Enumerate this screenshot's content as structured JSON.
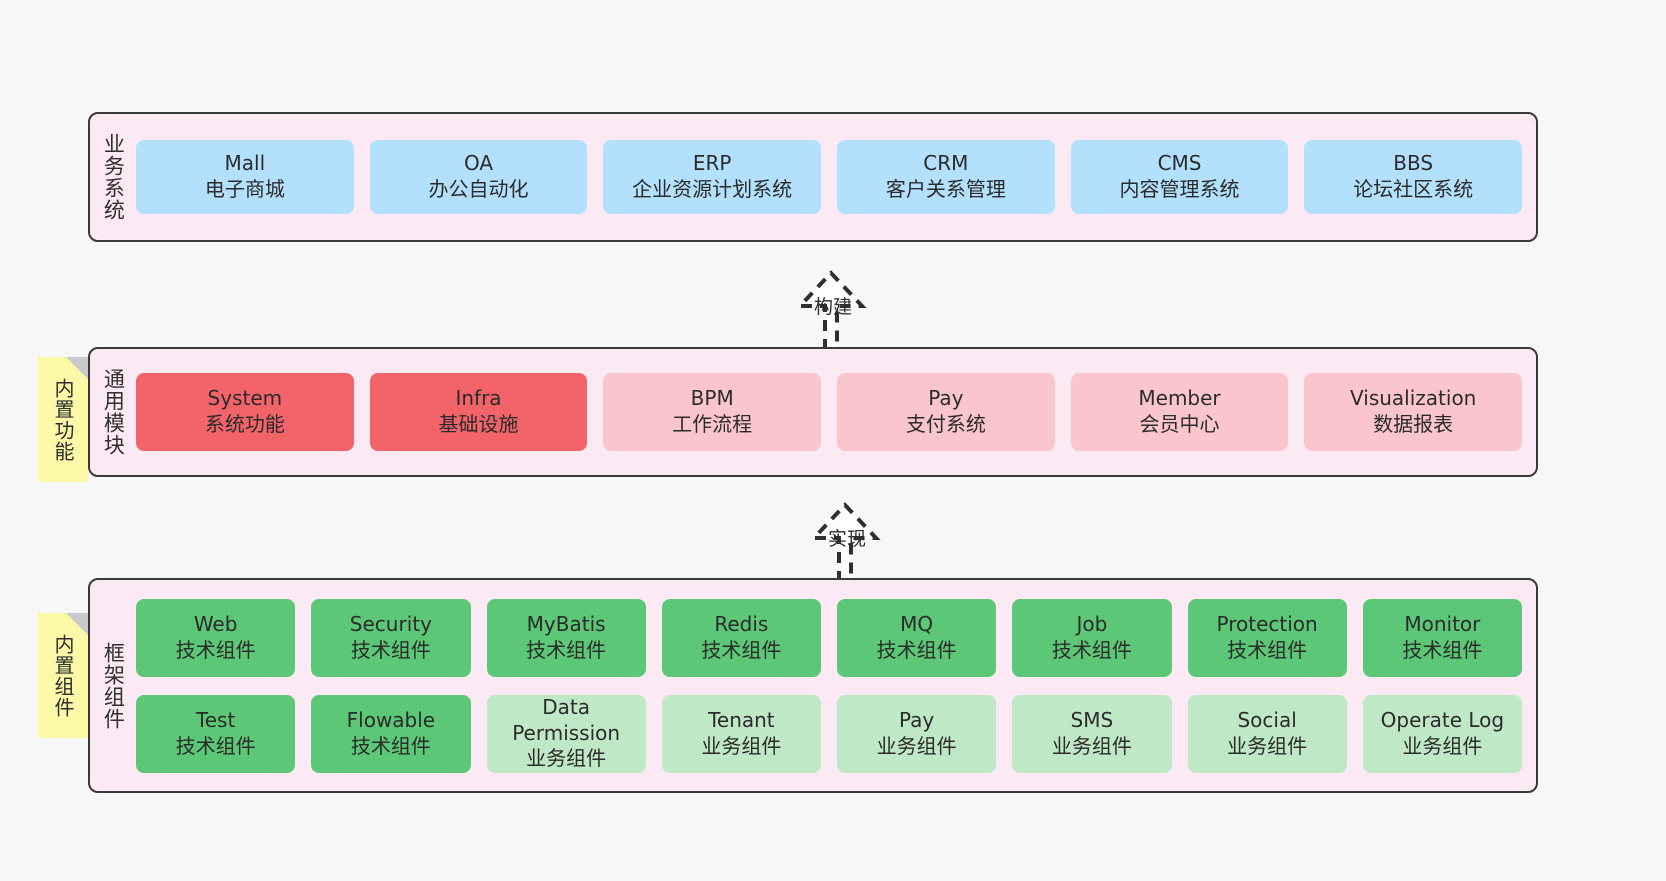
{
  "diagram": {
    "background_color": "#f7f7f7",
    "band_fill": "#fbeaf4",
    "band_border": "#3a3a3a",
    "note_fill": "#fbf8a8",
    "note_fold": "#c9c9c9"
  },
  "layers": [
    {
      "label": "业务系统",
      "note": null,
      "rows": [
        {
          "cells": [
            {
              "en": "Mall",
              "cn": "电子商城",
              "color": "#b3e0fc",
              "style": "c-blue"
            },
            {
              "en": "OA",
              "cn": "办公自动化",
              "color": "#b3e0fc",
              "style": "c-blue"
            },
            {
              "en": "ERP",
              "cn": "企业资源计划系统",
              "color": "#b3e0fc",
              "style": "c-blue"
            },
            {
              "en": "CRM",
              "cn": "客户关系管理",
              "color": "#b3e0fc",
              "style": "c-blue"
            },
            {
              "en": "CMS",
              "cn": "内容管理系统",
              "color": "#b3e0fc",
              "style": "c-blue"
            },
            {
              "en": "BBS",
              "cn": "论坛社区系统",
              "color": "#b3e0fc",
              "style": "c-blue"
            }
          ]
        }
      ]
    },
    {
      "label": "通用模块",
      "note": "内置功能",
      "rows": [
        {
          "cells": [
            {
              "en": "System",
              "cn": "系统功能",
              "color": "#f2646a",
              "style": "c-red"
            },
            {
              "en": "Infra",
              "cn": "基础设施",
              "color": "#f2646a",
              "style": "c-red"
            },
            {
              "en": "BPM",
              "cn": "工作流程",
              "color": "#fbc5cc",
              "style": "c-pink"
            },
            {
              "en": "Pay",
              "cn": "支付系统",
              "color": "#fbc5cc",
              "style": "c-pink"
            },
            {
              "en": "Member",
              "cn": "会员中心",
              "color": "#fbc5cc",
              "style": "c-pink"
            },
            {
              "en": "Visualization",
              "cn": "数据报表",
              "color": "#fbc5cc",
              "style": "c-pink"
            }
          ]
        }
      ]
    },
    {
      "label": "框架组件",
      "note": "内置组件",
      "rows": [
        {
          "cells": [
            {
              "en": "Web",
              "cn": "技术组件",
              "color": "#5cc776",
              "style": "c-green"
            },
            {
              "en": "Security",
              "cn": "技术组件",
              "color": "#5cc776",
              "style": "c-green"
            },
            {
              "en": "MyBatis",
              "cn": "技术组件",
              "color": "#5cc776",
              "style": "c-green"
            },
            {
              "en": "Redis",
              "cn": "技术组件",
              "color": "#5cc776",
              "style": "c-green"
            },
            {
              "en": "MQ",
              "cn": "技术组件",
              "color": "#5cc776",
              "style": "c-green"
            },
            {
              "en": "Job",
              "cn": "技术组件",
              "color": "#5cc776",
              "style": "c-green"
            },
            {
              "en": "Protection",
              "cn": "技术组件",
              "color": "#5cc776",
              "style": "c-green"
            },
            {
              "en": "Monitor",
              "cn": "技术组件",
              "color": "#5cc776",
              "style": "c-green"
            }
          ]
        },
        {
          "cells": [
            {
              "en": "Test",
              "cn": "技术组件",
              "color": "#5cc776",
              "style": "c-green"
            },
            {
              "en": "Flowable",
              "cn": "技术组件",
              "color": "#5cc776",
              "style": "c-green"
            },
            {
              "en": "Data Permission",
              "cn": "业务组件",
              "color": "#bfe8c6",
              "style": "c-lightgreen"
            },
            {
              "en": "Tenant",
              "cn": "业务组件",
              "color": "#bfe8c6",
              "style": "c-lightgreen"
            },
            {
              "en": "Pay",
              "cn": "业务组件",
              "color": "#bfe8c6",
              "style": "c-lightgreen"
            },
            {
              "en": "SMS",
              "cn": "业务组件",
              "color": "#bfe8c6",
              "style": "c-lightgreen"
            },
            {
              "en": "Social",
              "cn": "业务组件",
              "color": "#bfe8c6",
              "style": "c-lightgreen"
            },
            {
              "en": "Operate Log",
              "cn": "业务组件",
              "color": "#bfe8c6",
              "style": "c-lightgreen"
            }
          ]
        }
      ]
    }
  ],
  "connectors": [
    {
      "label": "构建",
      "from": "通用模块",
      "to": "业务系统",
      "style": "dashed-generalization-up"
    },
    {
      "label": "实现",
      "from": "框架组件",
      "to": "通用模块",
      "style": "dashed-generalization-up"
    }
  ]
}
